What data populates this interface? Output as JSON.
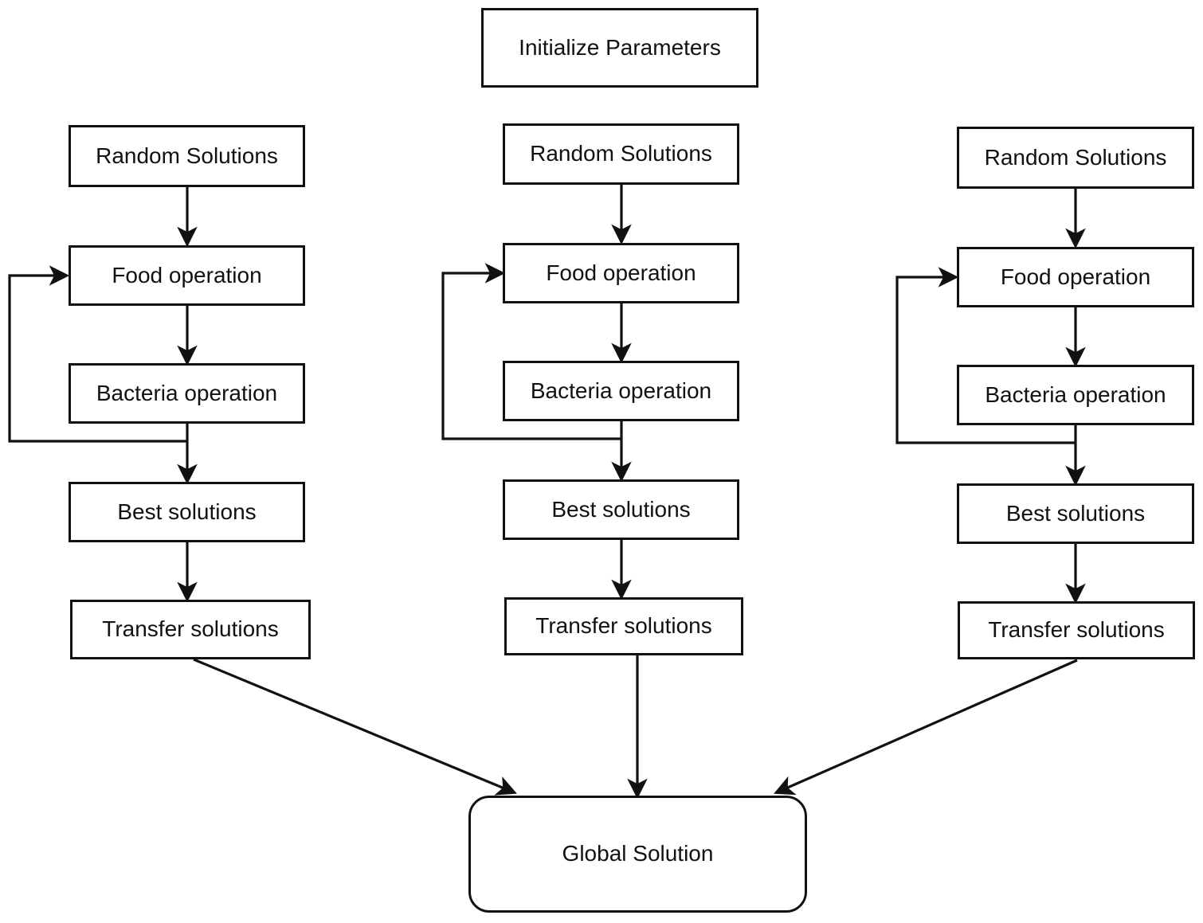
{
  "diagram": {
    "title_node": {
      "id": "initialize",
      "label": "Initialize Parameters"
    },
    "columns": [
      {
        "id": "column-left",
        "nodes": [
          {
            "id": "left-random",
            "label": "Random Solutions"
          },
          {
            "id": "left-food",
            "label": "Food operation"
          },
          {
            "id": "left-bacteria",
            "label": "Bacteria operation"
          },
          {
            "id": "left-best",
            "label": "Best solutions"
          },
          {
            "id": "left-transfer",
            "label": "Transfer solutions"
          }
        ]
      },
      {
        "id": "column-middle",
        "nodes": [
          {
            "id": "mid-random",
            "label": "Random Solutions"
          },
          {
            "id": "mid-food",
            "label": "Food operation"
          },
          {
            "id": "mid-bacteria",
            "label": "Bacteria operation"
          },
          {
            "id": "mid-best",
            "label": "Best solutions"
          },
          {
            "id": "mid-transfer",
            "label": "Transfer solutions"
          }
        ]
      },
      {
        "id": "column-right",
        "nodes": [
          {
            "id": "right-random",
            "label": "Random Solutions"
          },
          {
            "id": "right-food",
            "label": "Food operation"
          },
          {
            "id": "right-bacteria",
            "label": "Bacteria operation"
          },
          {
            "id": "right-best",
            "label": "Best solutions"
          },
          {
            "id": "right-transfer",
            "label": "Transfer solutions"
          }
        ]
      }
    ],
    "result_node": {
      "id": "global-solution",
      "label": "Global Solution"
    },
    "colors": {
      "stroke": "#111111",
      "fill": "#ffffff",
      "text": "#111111",
      "background": "#ffffff"
    },
    "edges": [
      {
        "from": "left-random",
        "to": "left-food",
        "kind": "straight-down"
      },
      {
        "from": "left-food",
        "to": "left-bacteria",
        "kind": "straight-down"
      },
      {
        "from": "left-bacteria",
        "to": "left-best",
        "kind": "straight-down"
      },
      {
        "from": "left-best",
        "to": "left-transfer",
        "kind": "straight-down"
      },
      {
        "from": "left-bacteria",
        "to": "left-food",
        "kind": "feedback-loop"
      },
      {
        "from": "left-transfer",
        "to": "global-solution",
        "kind": "diagonal"
      },
      {
        "from": "mid-random",
        "to": "mid-food",
        "kind": "straight-down"
      },
      {
        "from": "mid-food",
        "to": "mid-bacteria",
        "kind": "straight-down"
      },
      {
        "from": "mid-bacteria",
        "to": "mid-best",
        "kind": "straight-down"
      },
      {
        "from": "mid-best",
        "to": "mid-transfer",
        "kind": "straight-down"
      },
      {
        "from": "mid-bacteria",
        "to": "mid-food",
        "kind": "feedback-loop"
      },
      {
        "from": "mid-transfer",
        "to": "global-solution",
        "kind": "straight-down"
      },
      {
        "from": "right-random",
        "to": "right-food",
        "kind": "straight-down"
      },
      {
        "from": "right-food",
        "to": "right-bacteria",
        "kind": "straight-down"
      },
      {
        "from": "right-bacteria",
        "to": "right-best",
        "kind": "straight-down"
      },
      {
        "from": "right-best",
        "to": "right-transfer",
        "kind": "straight-down"
      },
      {
        "from": "right-bacteria",
        "to": "right-food",
        "kind": "feedback-loop"
      },
      {
        "from": "right-transfer",
        "to": "global-solution",
        "kind": "diagonal"
      }
    ]
  }
}
